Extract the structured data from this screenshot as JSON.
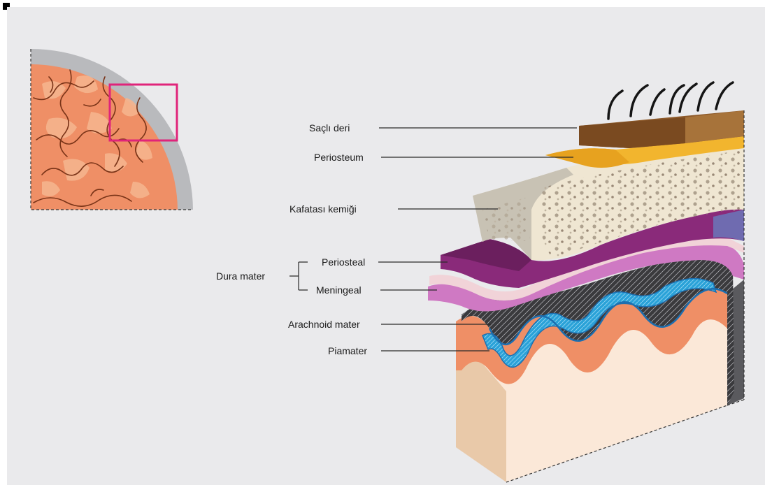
{
  "labels": {
    "scalp": "Saçlı deri",
    "periosteum": "Periosteum",
    "skull": "Kafatası kemiği",
    "dura": "Dura mater",
    "periosteal": "Periosteal",
    "meningeal": "Meningeal",
    "arachnoid": "Arachnoid mater",
    "pia": "Piamater"
  },
  "colors": {
    "background": "#eaeaec",
    "highlight_box": "#e0247a",
    "scalp": "#8e5a2a",
    "periosteum": "#f2b52e",
    "bone": "#efe6d2",
    "dura_periosteal": "#8a2a7a",
    "dura_meningeal": "#cf79c3",
    "arachnoid": "#2aa2d8",
    "cortex": "#ef8f66",
    "brain": "#f3ba94"
  }
}
